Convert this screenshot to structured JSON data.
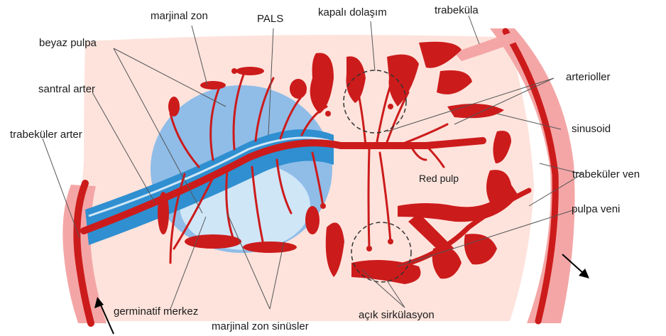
{
  "labels": {
    "marjinal_zon": "marjinal zon",
    "pals": "PALS",
    "kapali_dolasim": "kapalı dolaşım",
    "trabekula": "trabeküla",
    "beyaz_pulpa": "beyaz pulpa",
    "santral_arter": "santral arter",
    "arterioller": "arterioller",
    "trabekuler_arter": "trabeküler arter",
    "sinusoid": "sinusoid",
    "trabekuler_ven": "trabeküler ven",
    "red_pulp": "Red pulp",
    "pulpa_veni": "pulpa veni",
    "germinatif_merkez": "germinatif merkez",
    "marjinal_zon_sinusler": "marjinal zon sinüsler",
    "acik_sirkulasyon": "açık sirkülasyon"
  },
  "colors": {
    "red_pulp_bg": "#fde3dc",
    "vessel_red": "#cc1b1b",
    "trabecula_pink": "#f4a6a6",
    "white_pulp_blue": "#8fbde8",
    "germinal_center": "#cfe6f7",
    "pals_sheath": "#2f8fd0"
  }
}
